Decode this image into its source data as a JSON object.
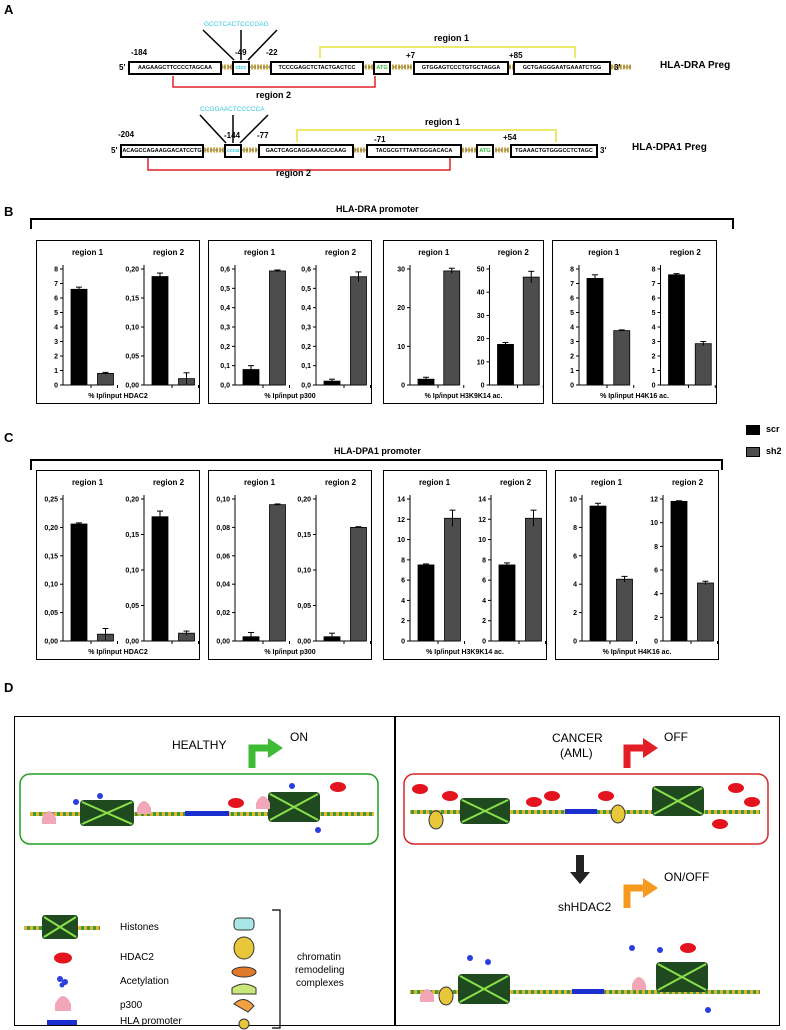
{
  "panel_letters": {
    "a": "A",
    "b": "B",
    "c": "C",
    "d": "D"
  },
  "panel_a": {
    "dra": {
      "title": "HLA-DRA Preg",
      "end5": "5'",
      "end3": "3'",
      "seq1": "AAGAAGCTTCCCCTAGCAA",
      "seq2": "TCCCGAGCTCTACTGACTCC",
      "seq3": "GTGGAGTCCCTGTGCTAGGA",
      "seq4": "GCTGAGGGAATGAAATCTGG",
      "inset_seq": "GCCTCACTCCCGAG",
      "small_box": "ctcc",
      "atg": "ATG",
      "pos": [
        "-184",
        "-49",
        "-22",
        "+7",
        "+85"
      ],
      "region1": "region 1",
      "region2": "region 2"
    },
    "dpa1": {
      "title": "HLA-DPA1 Preg",
      "end5": "5'",
      "end3": "3'",
      "seq1": "ACAGCCAGAAGGACATCCTG",
      "seq2": "GACTCAGCAGGAAAGCCAAG",
      "seq3": "TACGCGTTTAATGGGACACA",
      "seq4": "TGAAACTGTGGGCCTCTAGC",
      "inset_seq": "CCGGAACTCCCCCA",
      "small_box": "ccca",
      "atg": "ATG",
      "pos": [
        "-204",
        "-144",
        "-77",
        "-71",
        "+54"
      ],
      "region1": "region 1",
      "region2": "region 2"
    }
  },
  "panel_b": {
    "title": "HLA-DRA promoter"
  },
  "panel_c": {
    "title": "HLA-DPA1 promoter"
  },
  "legend": {
    "items": [
      {
        "name": "scr",
        "color": "#000000"
      },
      {
        "name": "sh2",
        "color": "#4d4d4d"
      }
    ]
  },
  "chart_data": [
    {
      "type": "bar",
      "group": "HLA-DRA promoter",
      "xlabel": "% Ip/input HDAC2",
      "subplots": [
        {
          "title": "region 1",
          "categories": [
            "scr",
            "sh2"
          ],
          "values": [
            6.6,
            0.8
          ],
          "errors": [
            0.15,
            0.07
          ],
          "ylim": [
            0,
            8
          ],
          "ticks": [
            "0",
            "1",
            "2",
            "3",
            "4",
            "5",
            "6",
            "7",
            "8"
          ]
        },
        {
          "title": "region 2",
          "categories": [
            "scr",
            "sh2"
          ],
          "values": [
            0.187,
            0.011
          ],
          "errors": [
            0.006,
            0.01
          ],
          "ylim": [
            0,
            0.2
          ],
          "ticks": [
            "0,00",
            "0,05",
            "0,10",
            "0,15",
            "0,20"
          ]
        }
      ]
    },
    {
      "type": "bar",
      "group": "HLA-DRA promoter",
      "xlabel": "% Ip/input p300",
      "subplots": [
        {
          "title": "region 1",
          "categories": [
            "scr",
            "sh2"
          ],
          "values": [
            0.08,
            0.59
          ],
          "errors": [
            0.02,
            0.005
          ],
          "ylim": [
            0,
            0.6
          ],
          "ticks": [
            "0,0",
            "0,1",
            "0,2",
            "0,3",
            "0,4",
            "0,5",
            "0,6"
          ]
        },
        {
          "title": "region 2",
          "categories": [
            "scr",
            "sh2"
          ],
          "values": [
            0.02,
            0.56
          ],
          "errors": [
            0.01,
            0.025
          ],
          "ylim": [
            0,
            0.6
          ],
          "ticks": [
            "0,0",
            "0,1",
            "0,2",
            "0,3",
            "0,4",
            "0,5",
            "0,6"
          ]
        }
      ]
    },
    {
      "type": "bar",
      "group": "HLA-DRA promoter",
      "xlabel": "% Ip/input H3K9K14 ac.",
      "subplots": [
        {
          "title": "region 1",
          "categories": [
            "scr",
            "sh2"
          ],
          "values": [
            1.5,
            29.5
          ],
          "errors": [
            0.5,
            0.7
          ],
          "ylim": [
            0,
            30
          ],
          "ticks": [
            "0",
            "10",
            "20",
            "30"
          ]
        },
        {
          "title": "region 2",
          "categories": [
            "scr",
            "sh2"
          ],
          "values": [
            17.5,
            46.5
          ],
          "errors": [
            0.8,
            2.5
          ],
          "ylim": [
            0,
            50
          ],
          "ticks": [
            "0",
            "10",
            "20",
            "30",
            "40",
            "50"
          ]
        }
      ]
    },
    {
      "type": "bar",
      "group": "HLA-DRA promoter",
      "xlabel": "% Ip/input H4K16 ac.",
      "subplots": [
        {
          "title": "region 1",
          "categories": [
            "scr",
            "sh2"
          ],
          "values": [
            7.35,
            3.75
          ],
          "errors": [
            0.25,
            0.05
          ],
          "ylim": [
            0,
            8
          ],
          "ticks": [
            "0",
            "1",
            "2",
            "3",
            "4",
            "5",
            "6",
            "7",
            "8"
          ]
        },
        {
          "title": "region 2",
          "categories": [
            "scr",
            "sh2"
          ],
          "values": [
            7.6,
            2.85
          ],
          "errors": [
            0.08,
            0.15
          ],
          "ylim": [
            0,
            8
          ],
          "ticks": [
            "0",
            "1",
            "2",
            "3",
            "4",
            "5",
            "6",
            "7",
            "8"
          ]
        }
      ]
    },
    {
      "type": "bar",
      "group": "HLA-DPA1 promoter",
      "xlabel": "% Ip/input HDAC2",
      "subplots": [
        {
          "title": "region 1",
          "categories": [
            "scr",
            "sh2"
          ],
          "values": [
            0.206,
            0.012
          ],
          "errors": [
            0.002,
            0.01
          ],
          "ylim": [
            0,
            0.25
          ],
          "ticks": [
            "0,00",
            "0,05",
            "0,10",
            "0,15",
            "0,20",
            "0,25"
          ]
        },
        {
          "title": "region 2",
          "categories": [
            "scr",
            "sh2"
          ],
          "values": [
            0.175,
            0.011
          ],
          "errors": [
            0.008,
            0.003
          ],
          "ylim": [
            0,
            0.2
          ],
          "ticks": [
            "0,00",
            "0,05",
            "0,10",
            "0,15",
            "0,20"
          ]
        }
      ]
    },
    {
      "type": "bar",
      "group": "HLA-DPA1 promoter",
      "xlabel": "% Ip/input p300",
      "subplots": [
        {
          "title": "region 1",
          "categories": [
            "scr",
            "sh2"
          ],
          "values": [
            0.003,
            0.096
          ],
          "errors": [
            0.003,
            0.0005
          ],
          "ylim": [
            0,
            0.1
          ],
          "ticks": [
            "0,00",
            "0,02",
            "0,04",
            "0,06",
            "0,08",
            "0,10"
          ]
        },
        {
          "title": "region 2",
          "categories": [
            "scr",
            "sh2"
          ],
          "values": [
            0.006,
            0.16
          ],
          "errors": [
            0.005,
            0.001
          ],
          "ylim": [
            0,
            0.2
          ],
          "ticks": [
            "0,00",
            "0,05",
            "0,10",
            "0,15",
            "0,20"
          ]
        }
      ]
    },
    {
      "type": "bar",
      "group": "HLA-DPA1 promoter",
      "xlabel": "% Ip/input H3K9K14 ac.",
      "subplots": [
        {
          "title": "region 1",
          "categories": [
            "scr",
            "sh2"
          ],
          "values": [
            7.5,
            12.1
          ],
          "errors": [
            0.1,
            0.8
          ],
          "ylim": [
            0,
            14
          ],
          "ticks": [
            "0",
            "2",
            "4",
            "6",
            "8",
            "10",
            "12",
            "14"
          ]
        },
        {
          "title": "region 2",
          "categories": [
            "scr",
            "sh2"
          ],
          "values": [
            7.5,
            12.1
          ],
          "errors": [
            0.2,
            0.8
          ],
          "ylim": [
            0,
            14
          ],
          "ticks": [
            "0",
            "2",
            "4",
            "6",
            "8",
            "10",
            "12",
            "14"
          ]
        }
      ]
    },
    {
      "type": "bar",
      "group": "HLA-DPA1 promoter",
      "xlabel": "% Ip/input H4K16 ac.",
      "subplots": [
        {
          "title": "region 1",
          "categories": [
            "scr",
            "sh2"
          ],
          "values": [
            9.5,
            4.35
          ],
          "errors": [
            0.2,
            0.2
          ],
          "ylim": [
            0,
            10
          ],
          "ticks": [
            "0",
            "2",
            "4",
            "6",
            "8",
            "10"
          ]
        },
        {
          "title": "region 2",
          "categories": [
            "scr",
            "sh2"
          ],
          "values": [
            11.8,
            4.9
          ],
          "errors": [
            0.05,
            0.15
          ],
          "ylim": [
            0,
            12
          ],
          "ticks": [
            "0",
            "2",
            "4",
            "6",
            "8",
            "10",
            "12"
          ]
        }
      ]
    }
  ],
  "panel_d": {
    "healthy": "HEALTHY",
    "on": "ON",
    "cancer": "CANCER",
    "aml": "(AML)",
    "off": "OFF",
    "shhdac2": "shHDAC2",
    "onoff": "ON/OFF",
    "legend_histones": "Histones",
    "legend_hdac2": "HDAC2",
    "legend_acetylation": "Acetylation",
    "legend_p300": "p300",
    "legend_hla": "HLA promoter",
    "complexes_line1": "chromatin",
    "complexes_line2": "remodeling",
    "complexes_line3": "complexes",
    "colors": {
      "healthy_border": "#22a022",
      "cancer_border": "#d9262a",
      "on_arrow": "#3dbb35",
      "off_arrow": "#e41e26",
      "onoff_arrow": "#f59a1f",
      "hdac2": "#e3141d",
      "promoter": "#1b2fd0",
      "acetyl": "#2a3fe0",
      "p300": "#f2a7b8",
      "inset_seq": "#33c8e0",
      "atg": "#2fbf2f"
    }
  }
}
